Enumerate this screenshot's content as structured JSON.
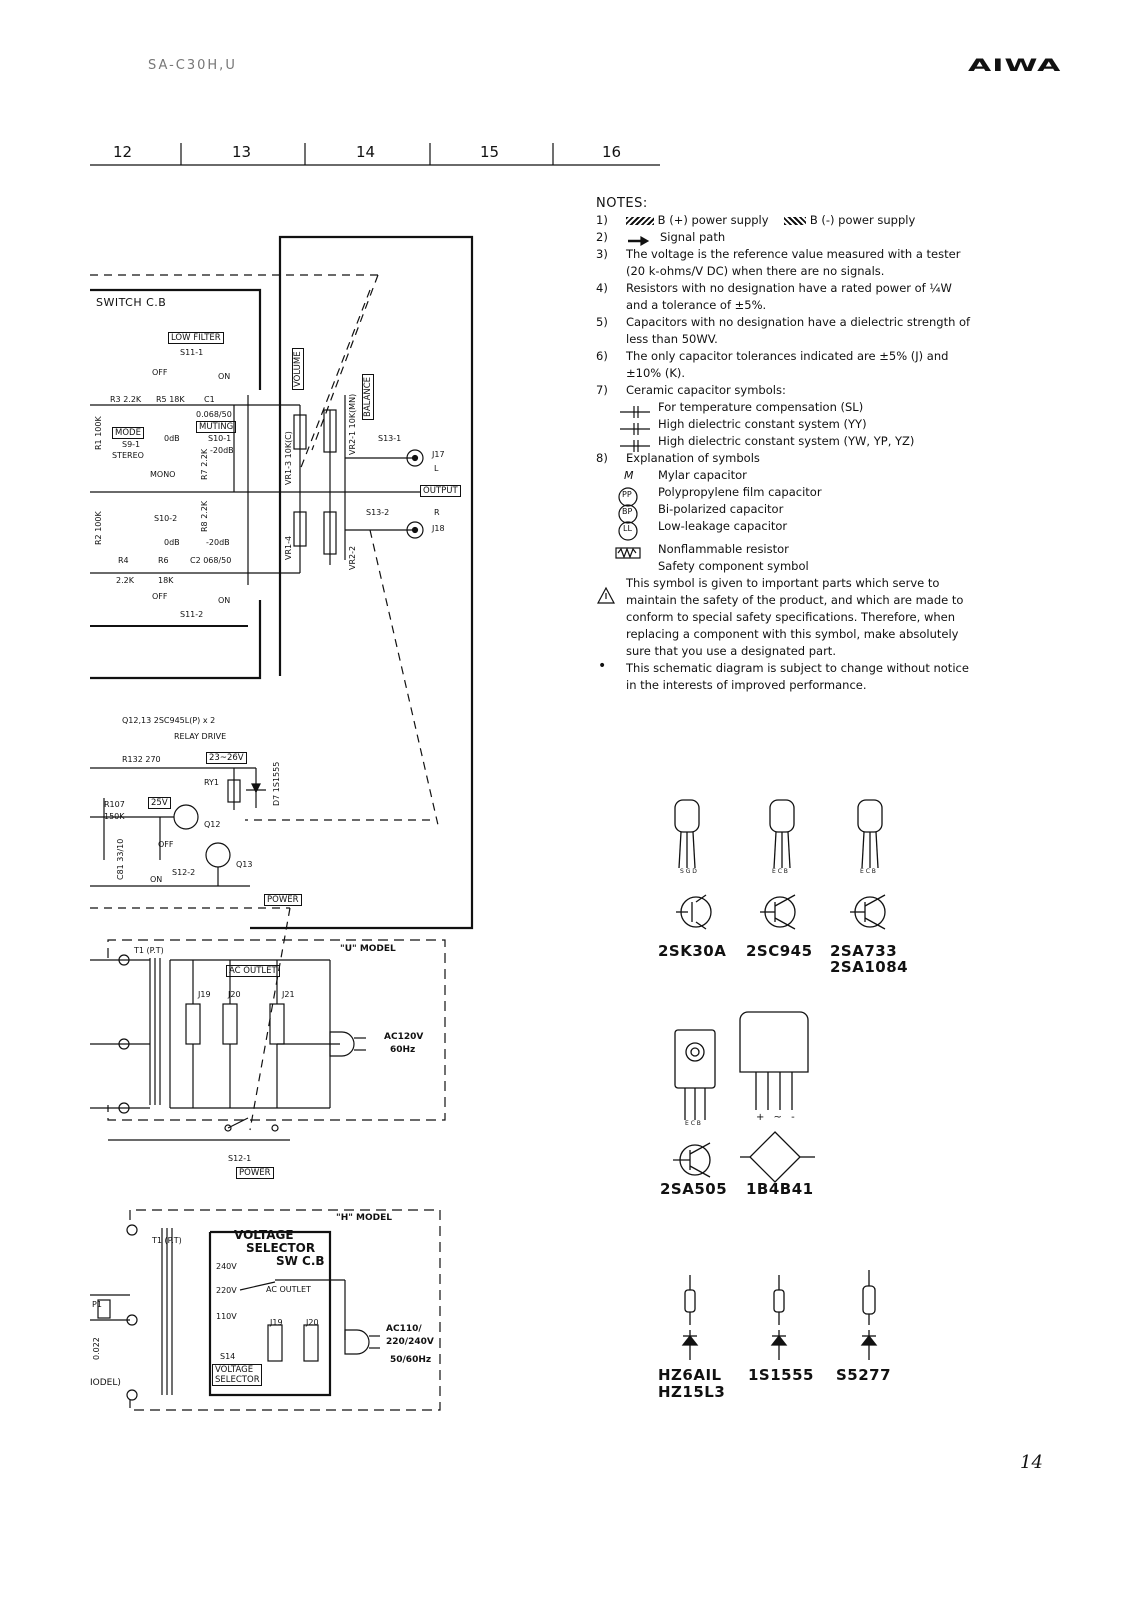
{
  "header": {
    "model_code": "SA-C30H,U",
    "brand": "AIWA"
  },
  "column_numbers": [
    "12",
    "13",
    "14",
    "15",
    "16"
  ],
  "schematic": {
    "switch_board": "SWITCH C.B",
    "low_filter": "LOW FILTER",
    "s11_1": "S11-1",
    "s11_2": "S11-2",
    "off": "OFF",
    "on": "ON",
    "muting": "MUTING",
    "s10_1": "S10-1",
    "s10_2": "S10-2",
    "minus20db": "-20dB",
    "zero_db": "0dB",
    "mode": "MODE",
    "s9_1": "S9-1",
    "stereo": "STEREO",
    "mono": "MONO",
    "r3": "R3 2.2K",
    "r5": "R5 18K",
    "c1": "C1",
    "c1_val": "0.068/50",
    "r4": "R4",
    "r4_val": "2.2K",
    "r6": "R6",
    "r6_val": "18K",
    "c2": "C2 068/50",
    "r7": "R7 2.2K",
    "r8": "R8 2.2K",
    "r1": "R1 100K",
    "r2": "R2 100K",
    "volume": "VOLUME",
    "balance": "BALANCE",
    "vr1_3": "VR1-3 10K(C)",
    "vr1_4": "VR1-4",
    "vr2_1": "VR2-1 10K(MN)",
    "vr2_2": "VR2-2",
    "s13_1": "S13-1",
    "s13_2": "S13-2",
    "j17": "J17",
    "j17_ch": "L",
    "j18": "J18",
    "j18_ch": "R",
    "output": "OUTPUT",
    "q12_13": "Q12,13  2SC945L(P) x 2",
    "relay_drive": "RELAY DRIVE",
    "r132": "R132  270",
    "v23_26": "23~26V",
    "ry1": "RY1",
    "d7": "D7 1S1555",
    "v25": "25V",
    "r107": "R107",
    "r107_val": "150K",
    "c81": "C81 33/10",
    "q12": "Q12",
    "q13": "Q13",
    "s12_2": "S12-2",
    "power": "POWER",
    "u_model": "\"U\" MODEL",
    "t1_pt": "T1 (P.T)",
    "ac_outlet": "AC OUTLET",
    "j19": "J19",
    "j20": "J20",
    "j21": "J21",
    "ac120": "AC120V",
    "hz60": "60Hz",
    "s12_1": "S12-1",
    "h_model": "\"H\" MODEL",
    "voltage_selector": "VOLTAGE",
    "selector_sw": "SELECTOR",
    "sw_cb": "SW C.B",
    "v240": "240V",
    "v220": "220V",
    "v110": "110V",
    "s14": "S14",
    "voltage_selector_box": "VOLTAGE SELECTOR",
    "ac110": "AC110/",
    "ac220": "220/240V",
    "hz50_60": "50/60Hz",
    "model_l": "IODEL)",
    "p1": "P1",
    "c_022": "0.022"
  },
  "notes": {
    "title": "NOTES:",
    "items": [
      {
        "num": "1)",
        "text": "B (+) power supply",
        "text2": "B (-) power supply"
      },
      {
        "num": "2)",
        "text": "Signal path"
      },
      {
        "num": "3)",
        "text": "The voltage is the reference value measured with a tester (20 k-ohms/V DC) when there are no signals."
      },
      {
        "num": "4)",
        "text": "Resistors with no designation have a rated power of ¼W and a tolerance of ±5%."
      },
      {
        "num": "5)",
        "text": "Capacitors with no designation have a dielectric strength of less than 50WV."
      },
      {
        "num": "6)",
        "text": "The only capacitor tolerances indicated are ±5% (J) and ±10% (K)."
      },
      {
        "num": "7)",
        "text": "Ceramic capacitor symbols:"
      },
      {
        "num": "8)",
        "text": "Explanation of symbols"
      }
    ],
    "ceramic": [
      "For temperature compensation (SL)",
      "High dielectric constant system (YY)",
      "High dielectric constant system (YW, YP, YZ)"
    ],
    "symbols": [
      {
        "glyph": "M",
        "text": "Mylar capacitor"
      },
      {
        "glyph": "PP",
        "text": "Polypropylene film capacitor"
      },
      {
        "glyph": "BP",
        "text": "Bi-polarized capacitor"
      },
      {
        "glyph": "LL",
        "text": "Low-leakage capacitor"
      },
      {
        "glyph": "",
        "text": "Nonflammable resistor"
      },
      {
        "glyph": "",
        "text": "Safety component symbol"
      }
    ],
    "safety": "This symbol is given to important parts which serve to maintain the safety of the product, and which are made to conform to special safety specifications. Therefore, when replacing a component with this symbol, make absolutely sure that you use a designated part.",
    "change": "This schematic diagram is subject to change without notice in the interests of improved performance."
  },
  "parts": {
    "p1": "2SK30A",
    "p2": "2SC945",
    "p3a": "2SA733",
    "p3b": "2SA1084",
    "p4": "2SA505",
    "p5": "1B4B41",
    "d1a": "HZ6AIL",
    "d1b": "HZ15L3",
    "d2": "1S1555",
    "d3": "S5277",
    "pin_sgd": "S G D",
    "pin_ecb": "E C B",
    "bridge_pins": "+ ~ -"
  },
  "page_number": "14"
}
